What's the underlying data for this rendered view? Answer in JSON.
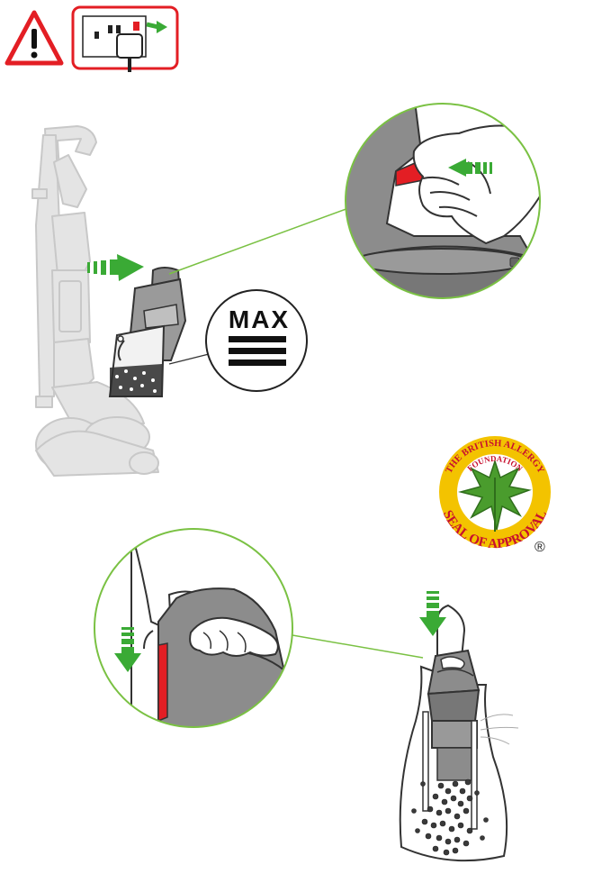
{
  "warning": {
    "icon": "warning-triangle-icon",
    "unplug_icon": "unplug-plug-icon"
  },
  "capacity_label": {
    "text": "MAX"
  },
  "seal": {
    "top_arc": "THE BRITISH ALLERGY",
    "inner_arc": "FOUNDATION",
    "bottom_arc": "SEAL OF APPROVAL",
    "registered": "®"
  },
  "colors": {
    "warning_red": "#e31e24",
    "arrow_green": "#3aaa35",
    "circle_green": "#7ac143",
    "body_grey": "#8c8c8c",
    "release_red": "#e31e24",
    "seal_yellow": "#f3c300",
    "seal_text_red": "#c8102e",
    "leaf_green": "#4a9c2d"
  }
}
